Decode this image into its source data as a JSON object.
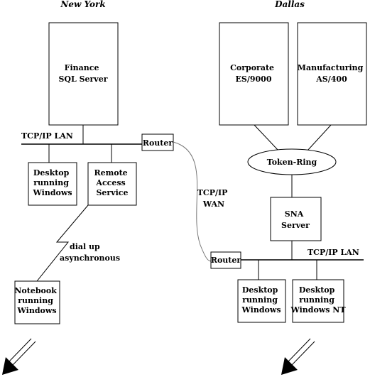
{
  "cities": {
    "left": "New York",
    "right": "Dallas"
  },
  "nodes": {
    "finance_sql": [
      "Finance",
      "SQL Server"
    ],
    "ny_desktop": [
      "Desktop",
      "running",
      "Windows"
    ],
    "remote_access": [
      "Remote",
      "Access",
      "Service"
    ],
    "ny_router": [
      "Router"
    ],
    "notebook": [
      "Notebook",
      "running",
      "Windows"
    ],
    "corporate": [
      "Corporate",
      "ES/9000"
    ],
    "manufacturing": [
      "Manufacturing",
      "AS/400"
    ],
    "token_ring": [
      "Token-Ring"
    ],
    "sna_server": [
      "SNA",
      "Server"
    ],
    "dallas_router": [
      "Router"
    ],
    "dallas_desktop_1": [
      "Desktop",
      "running",
      "Windows"
    ],
    "dallas_desktop_2": [
      "Desktop",
      "running",
      "Windows NT"
    ]
  },
  "labels": {
    "ny_lan": "TCP/IP LAN",
    "dallas_lan": "TCP/IP LAN",
    "wan": [
      "TCP/IP",
      "WAN"
    ],
    "dialup": [
      "dial up",
      "asynchronous"
    ]
  },
  "colors": {
    "lines": "#000000",
    "wan_link": "#777777",
    "background": "#ffffff"
  }
}
